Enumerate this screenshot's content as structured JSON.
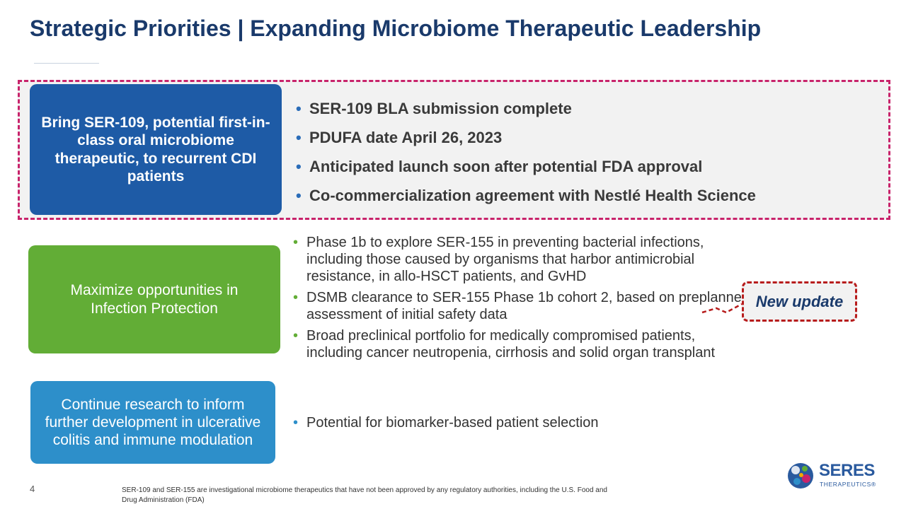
{
  "slide": {
    "title": "Strategic Priorities | Expanding Microbiome Therapeutic Leadership",
    "page_number": "4",
    "footnote": "SER-109 and SER-155 are investigational microbiome therapeutics that have not been approved by any regulatory authorities, including the U.S. Food and Drug Administration (FDA)"
  },
  "priorities": [
    {
      "label": "Bring SER-109, potential first-in-class oral microbiome therapeutic, to recurrent CDI patients",
      "bullets": [
        "SER-109 BLA submission complete",
        "PDUFA date April 26, 2023",
        "Anticipated launch soon after potential FDA approval",
        "Co-commercialization agreement with Nestlé Health Science"
      ]
    },
    {
      "label": "Maximize opportunities in Infection Protection",
      "bullets": [
        "Phase 1b to explore SER-155 in preventing bacterial infections, including those caused by organisms that harbor antimicrobial resistance, in allo-HSCT patients, and GvHD",
        "DSMB clearance to SER-155 Phase 1b cohort 2, based on preplanned assessment of initial safety data",
        "Broad preclinical portfolio for medically compromised patients, including cancer neutropenia, cirrhosis and solid organ transplant"
      ]
    },
    {
      "label": "Continue research to inform further development in ulcerative colitis and immune modulation",
      "bullets": [
        "Potential for biomarker-based patient selection"
      ]
    }
  ],
  "callout": {
    "label": "New update"
  },
  "bullet_glyph": "•",
  "logo": {
    "name": "SERES",
    "subtitle": "THERAPEUTICS®"
  },
  "colors": {
    "title": "#1a3a6b",
    "highlight_border": "#c8236b",
    "priority_1": "#1e5ba6",
    "priority_2": "#62ad36",
    "priority_3": "#2d8fca",
    "callout_border": "#b71c1c"
  }
}
